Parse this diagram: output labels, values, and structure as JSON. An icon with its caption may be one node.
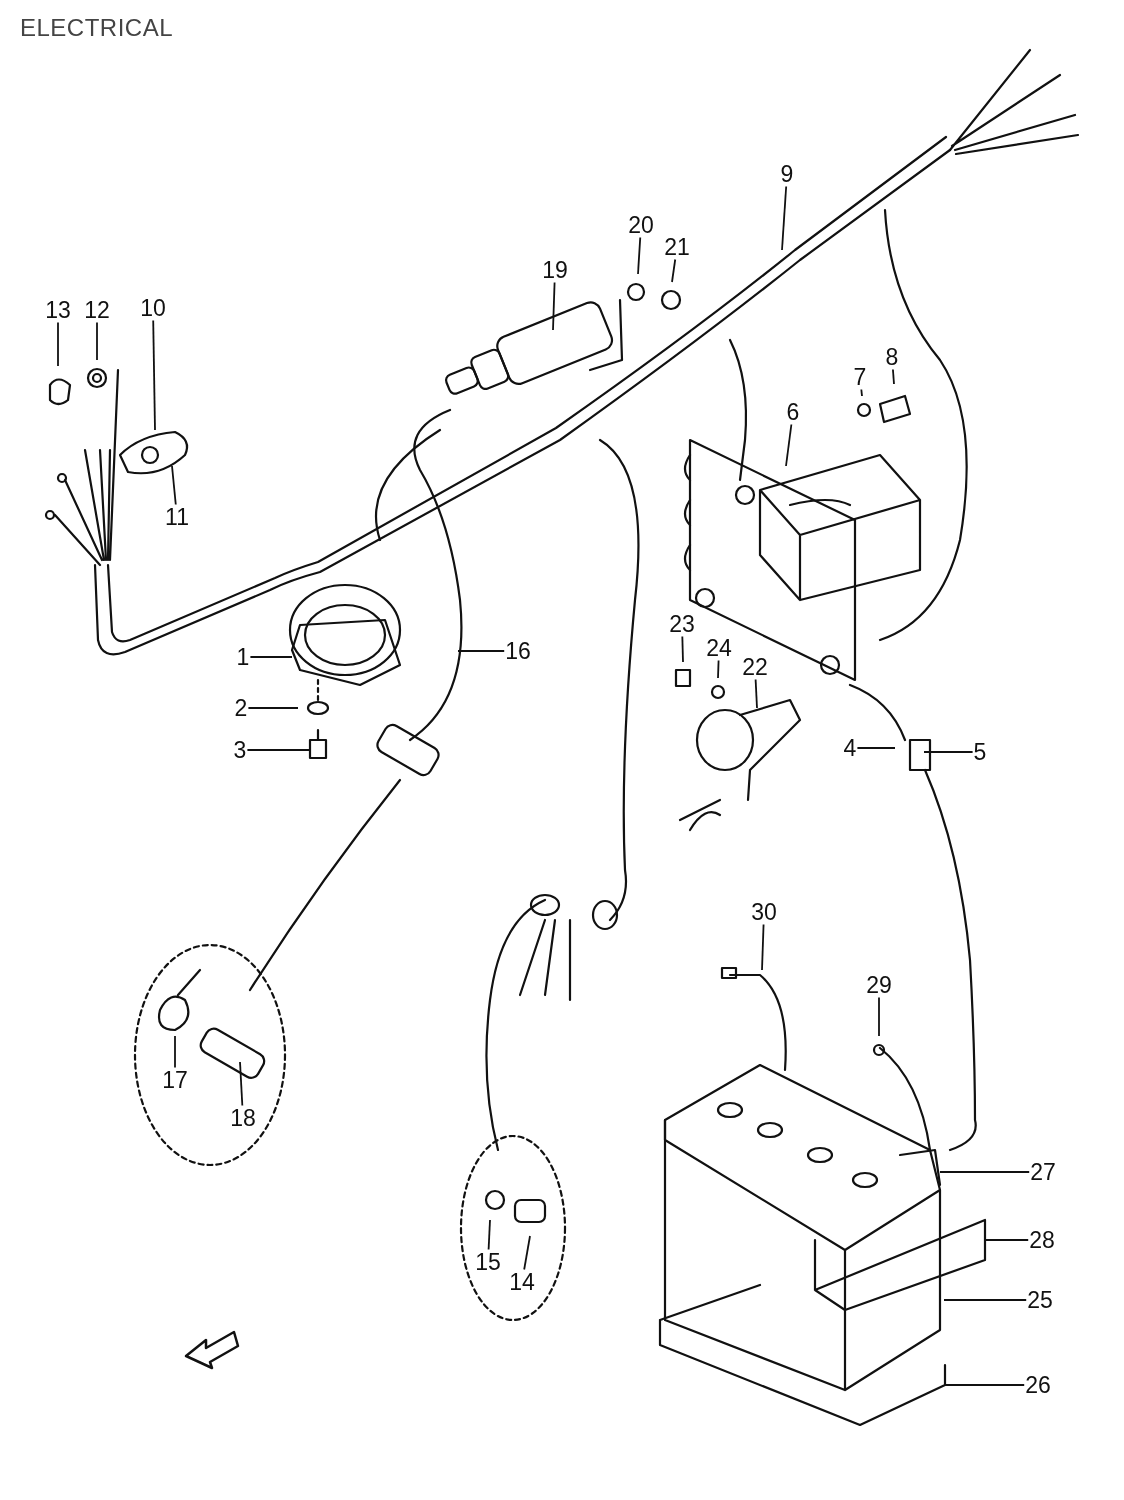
{
  "diagram": {
    "title": "ELECTRICAL",
    "nodes": [
      {
        "text": [
          "1"
        ]
      },
      {
        "text": [
          "2"
        ]
      },
      {
        "text": [
          "3"
        ]
      },
      {
        "text": [
          "4"
        ]
      },
      {
        "text": [
          "5"
        ]
      },
      {
        "text": [
          "6"
        ]
      },
      {
        "text": [
          "7"
        ]
      },
      {
        "text": [
          "8"
        ]
      },
      {
        "text": [
          "9"
        ]
      },
      {
        "text": [
          "10"
        ]
      },
      {
        "text": [
          "11"
        ]
      },
      {
        "text": [
          "12"
        ]
      },
      {
        "text": [
          "13"
        ]
      },
      {
        "text": [
          "14"
        ]
      },
      {
        "text": [
          "15"
        ]
      },
      {
        "text": [
          "16"
        ]
      },
      {
        "text": [
          "17"
        ]
      },
      {
        "text": [
          "18"
        ]
      },
      {
        "text": [
          "19"
        ]
      },
      {
        "text": [
          "20"
        ]
      },
      {
        "text": [
          "21"
        ]
      },
      {
        "text": [
          "22"
        ]
      },
      {
        "text": [
          "23"
        ]
      },
      {
        "text": [
          "24"
        ]
      },
      {
        "text": [
          "25"
        ]
      },
      {
        "text": [
          "26"
        ]
      },
      {
        "text": [
          "27"
        ]
      },
      {
        "text": [
          "28"
        ]
      },
      {
        "text": [
          "29"
        ]
      },
      {
        "text": [
          "30"
        ]
      }
    ],
    "edges": [
      {
        "from": 0,
        "to": null,
        "arrow": "none"
      },
      {
        "from": 1,
        "to": null,
        "arrow": "none"
      },
      {
        "from": 2,
        "to": null,
        "arrow": "none"
      },
      {
        "from": 3,
        "to": null,
        "arrow": "none"
      },
      {
        "from": 4,
        "to": null,
        "arrow": "none"
      },
      {
        "from": 5,
        "to": null,
        "arrow": "none"
      },
      {
        "from": 6,
        "to": null,
        "arrow": "none"
      },
      {
        "from": 7,
        "to": null,
        "arrow": "none"
      },
      {
        "from": 8,
        "to": null,
        "arrow": "none"
      },
      {
        "from": 9,
        "to": null,
        "arrow": "none"
      },
      {
        "from": 10,
        "to": null,
        "arrow": "none"
      },
      {
        "from": 11,
        "to": null,
        "arrow": "none"
      },
      {
        "from": 12,
        "to": null,
        "arrow": "none"
      },
      {
        "from": 13,
        "to": null,
        "arrow": "none"
      },
      {
        "from": 14,
        "to": null,
        "arrow": "none"
      },
      {
        "from": 15,
        "to": null,
        "arrow": "none"
      },
      {
        "from": 16,
        "to": null,
        "arrow": "none"
      },
      {
        "from": 17,
        "to": null,
        "arrow": "none"
      },
      {
        "from": 18,
        "to": null,
        "arrow": "none"
      },
      {
        "from": 19,
        "to": null,
        "arrow": "none"
      },
      {
        "from": 20,
        "to": null,
        "arrow": "none"
      },
      {
        "from": 21,
        "to": null,
        "arrow": "none"
      },
      {
        "from": 22,
        "to": null,
        "arrow": "none"
      },
      {
        "from": 23,
        "to": null,
        "arrow": "none"
      },
      {
        "from": 24,
        "to": null,
        "arrow": "none"
      },
      {
        "from": 25,
        "to": null,
        "arrow": "none"
      },
      {
        "from": 26,
        "to": null,
        "arrow": "none"
      },
      {
        "from": 27,
        "to": null,
        "arrow": "none"
      },
      {
        "from": 28,
        "to": null,
        "arrow": "none"
      },
      {
        "from": 29,
        "to": null,
        "arrow": "none"
      }
    ]
  }
}
